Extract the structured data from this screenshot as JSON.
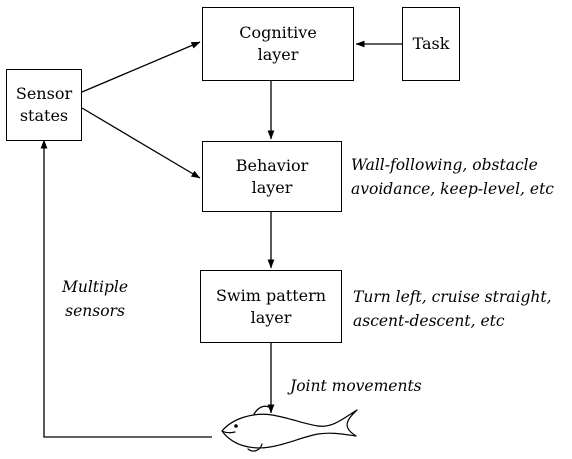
{
  "boxes": {
    "cognitive": {
      "line1": "Cognitive",
      "line2": "layer"
    },
    "task": {
      "line1": "Task"
    },
    "sensor": {
      "line1": "Sensor",
      "line2": "states"
    },
    "behavior": {
      "line1": "Behavior",
      "line2": "layer"
    },
    "swim": {
      "line1": "Swim pattern",
      "line2": "layer"
    }
  },
  "annotations": {
    "behavior_examples": {
      "line1": "Wall-following, obstacle",
      "line2": "avoidance, keep-level, etc"
    },
    "swim_examples": {
      "line1": "Turn left, cruise straight,",
      "line2": "ascent-descent, etc"
    },
    "feedback": {
      "line1": "Multiple",
      "line2": "sensors"
    },
    "joint": {
      "line1": "Joint movements"
    }
  }
}
